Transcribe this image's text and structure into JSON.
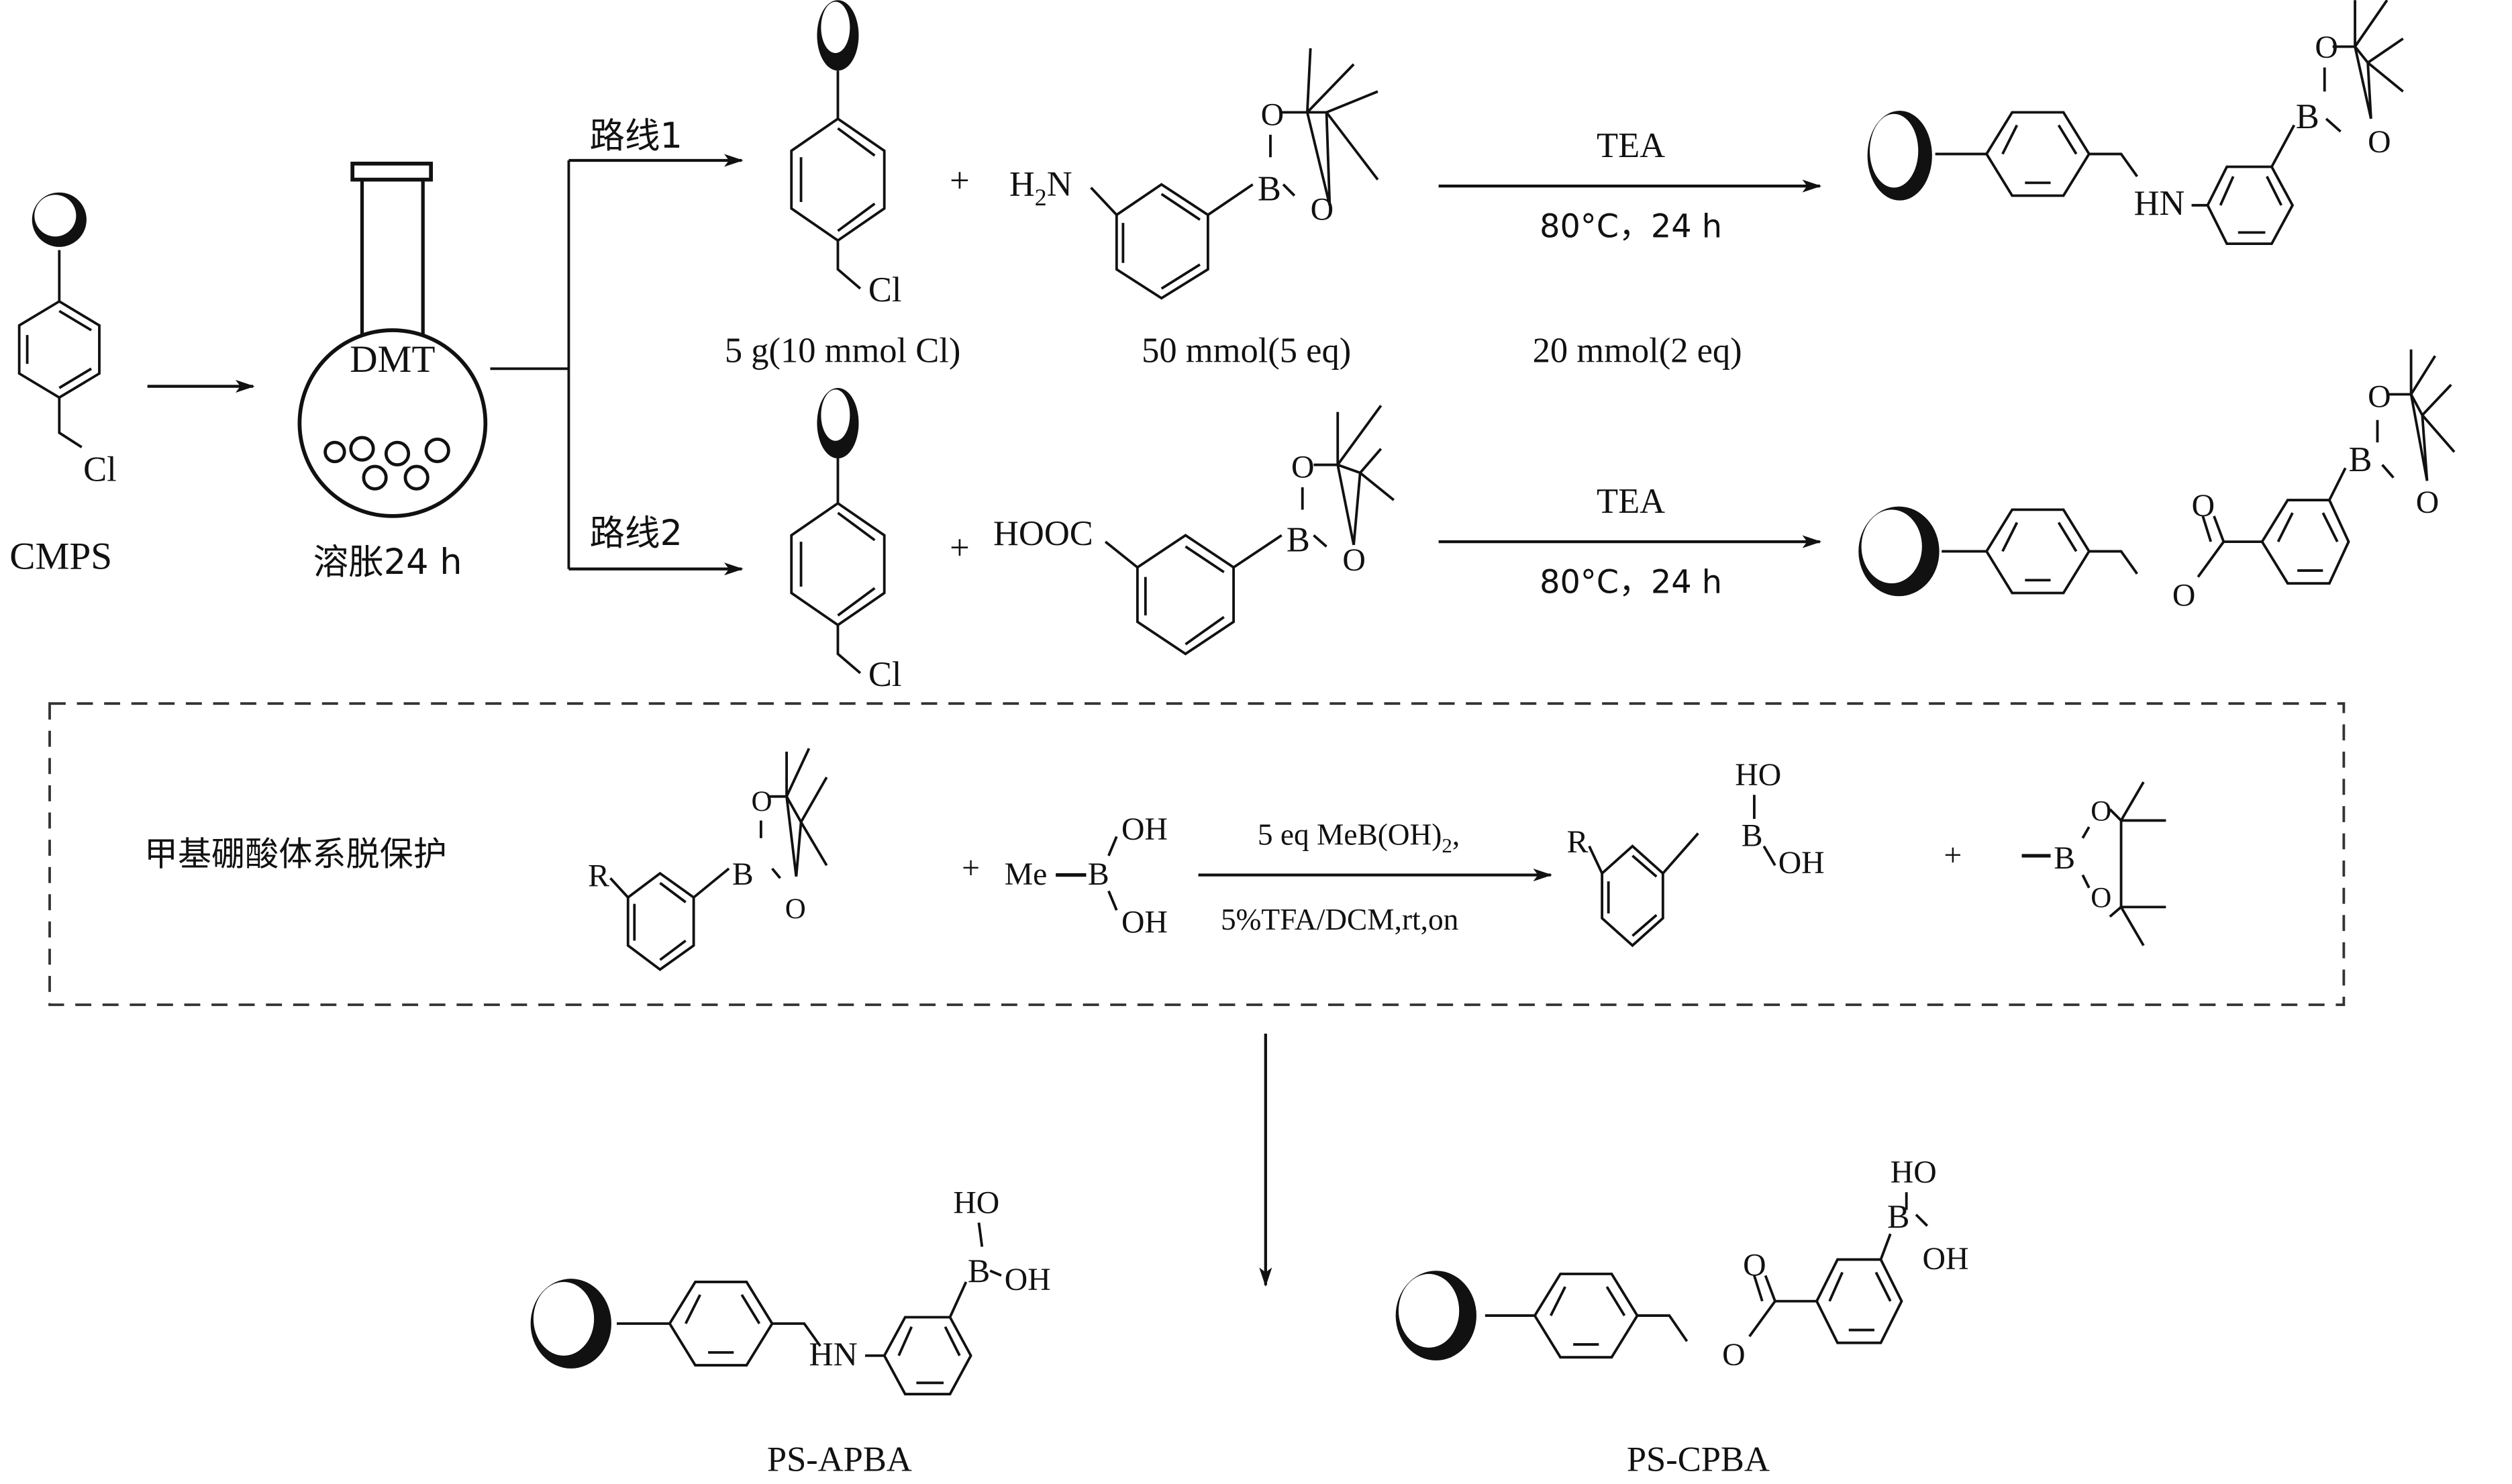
{
  "title": "Synthesis of PS-APBA and PS-CPBA boronic acid resins",
  "start": {
    "label": "CMPS",
    "substituent": "Cl"
  },
  "swelling": {
    "solvent": "DMT",
    "caption": "溶胀24 h"
  },
  "routes": [
    {
      "label": "路线1",
      "resin": {
        "substituent": "Cl",
        "amount": "5 g(10 mmol Cl)"
      },
      "plus": "+",
      "reagent": {
        "group": "H2N",
        "group_main": "H",
        "group_sub": "2",
        "group_tail": "N",
        "boron": "B",
        "oxygen_top": "O",
        "oxygen_bottom": "O",
        "amount": "50 mmol(5 eq)"
      },
      "conditions_top": "TEA",
      "conditions_bottom": "80°C，24 h",
      "base_amount": "20 mmol(2 eq)",
      "product": {
        "linker": "HN",
        "boron": "B",
        "oxygen_top": "O",
        "oxygen_bottom": "O"
      }
    },
    {
      "label": "路线2",
      "resin": {
        "substituent": "Cl"
      },
      "plus": "+",
      "reagent": {
        "group": "HOOC",
        "boron": "B",
        "oxygen_top": "O",
        "oxygen_bottom": "O"
      },
      "conditions_top": "TEA",
      "conditions_bottom": "80°C，24 h",
      "product": {
        "carbonyl_o": "O",
        "ester_o": "O",
        "boron": "B",
        "oxygen_top": "O",
        "oxygen_bottom": "O"
      }
    }
  ],
  "deprotection": {
    "title": "甲基硼酸体系脱保护",
    "substrate": {
      "r": "R",
      "boron": "B",
      "oxygen_top": "O",
      "oxygen_bottom": "O"
    },
    "plus1": "+",
    "reagent": {
      "me": "Me",
      "boron": "B",
      "oh_top": "OH",
      "oh_bottom": "OH"
    },
    "conditions_top_main": "5 eq MeB(OH)",
    "conditions_top_sub": "2",
    "conditions_top_tail": ",",
    "conditions_bottom": "5%TFA/DCM,rt,on",
    "product": {
      "r": "R",
      "ho": "HO",
      "boron": "B",
      "oh": "OH"
    },
    "plus2": "+",
    "byproduct": {
      "boron": "B",
      "oxygen_top": "O",
      "oxygen_bottom": "O"
    }
  },
  "final_products": [
    {
      "name": "PS-APBA",
      "linker": "HN",
      "ho": "HO",
      "boron": "B",
      "oh": "OH"
    },
    {
      "name": "PS-CPBA",
      "carbonyl_o": "O",
      "ester_o": "O",
      "ho": "HO",
      "boron": "B",
      "oh": "OH"
    }
  ]
}
